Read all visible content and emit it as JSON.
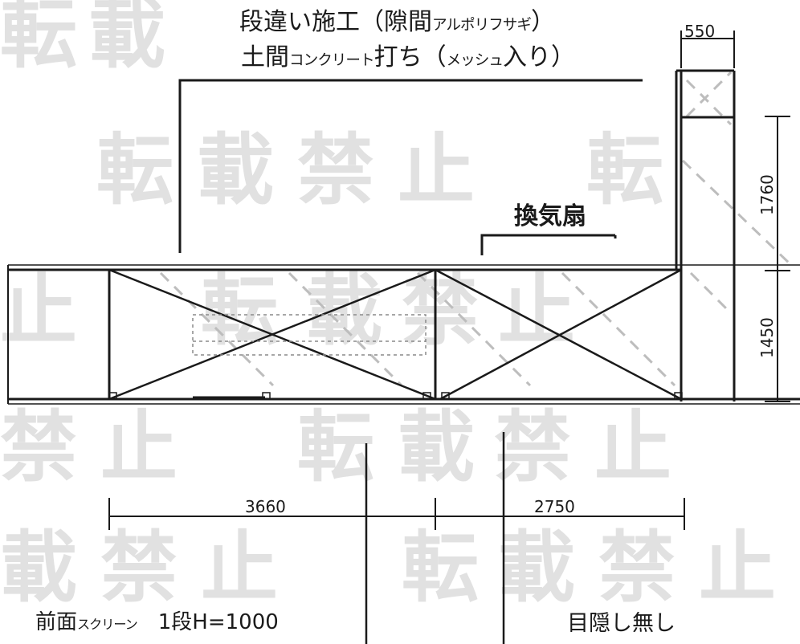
{
  "title": {
    "line1_main": "段違い施工（隙間",
    "line1_small": "アルポリフサギ",
    "line1_end": "）",
    "line2_main": "土間",
    "line2_small": "コンクリート",
    "line2_mid": "打ち（",
    "line2_small2": "メッシュ",
    "line2_end": "入り）"
  },
  "labels": {
    "fan": "換気扇",
    "front_screen_main": "前面",
    "front_screen_small": "スクリーン",
    "front_screen_spec": "　1段H=1000",
    "no_screen": "目隠し無し"
  },
  "dimensions": {
    "span_left": "3660",
    "span_right": "2750",
    "depth_top": "550",
    "height_upper": "1760",
    "height_lower": "1450"
  },
  "watermark": {
    "chars": [
      "転",
      "載",
      "禁",
      "止"
    ]
  },
  "colors": {
    "line": "#1a1a1a",
    "hatch": "#bdbdbd",
    "watermark": "#dcdcdc"
  }
}
